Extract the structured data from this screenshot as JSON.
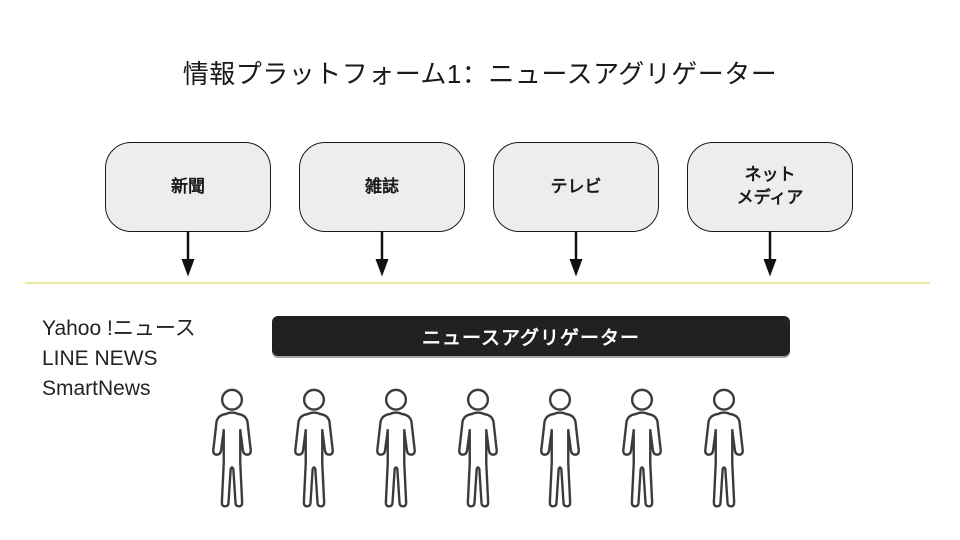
{
  "title": "情報プラットフォーム1：ニュースアグリゲーター",
  "channels": [
    {
      "label": "新聞"
    },
    {
      "label": "雑誌"
    },
    {
      "label": "テレビ"
    },
    {
      "label": "ネット\nメディア"
    }
  ],
  "aggregator": {
    "label": "ニュースアグリゲーター",
    "services": [
      "Yahoo !ニュース",
      "LINE NEWS",
      "SmartNews"
    ]
  },
  "audience": {
    "person_count": 7
  },
  "theme": {
    "background": "#ffffff",
    "text_color": "#1a1a1a",
    "box_fill": "#ededed",
    "box_border": "#1a1a1a",
    "divider_yellow": "#ede9a0",
    "bar_background": "#212121",
    "bar_text": "#ffffff",
    "person_stroke": "#3c3c3c"
  }
}
